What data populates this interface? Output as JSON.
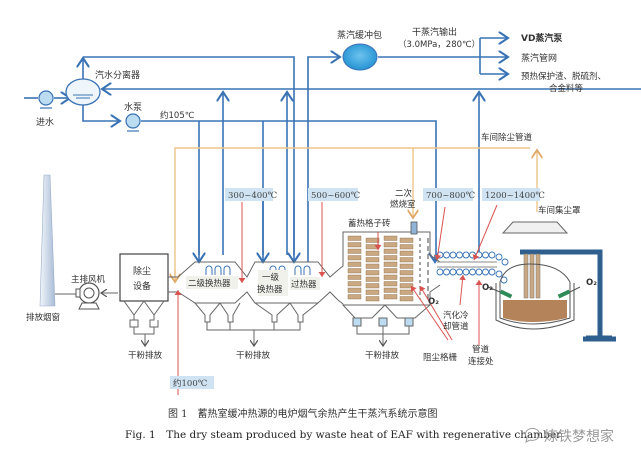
{
  "labels": {
    "water_inlet": "进水",
    "steam_water_separator": "汽水分离器",
    "water_pump": "水泵",
    "approx_105": "约105℃",
    "steam_buffer": "蒸汽缓冲包",
    "dry_steam_output": "干蒸汽输出",
    "dry_steam_params": "（3.0MPa，280℃）",
    "output_vd": "VD蒸汽泵",
    "output_network": "蒸汽管网",
    "output_preheat_1": "预热保护渣、脱硫剂、",
    "output_preheat_2": "合金料等",
    "workshop_dust_pipe": "车间除尘管道",
    "workshop_dust_hood": "车间集尘罩",
    "chimney": "排放烟窗",
    "main_fan": "主排风机",
    "dust_removal_1": "除尘",
    "dust_removal_2": "设备",
    "secondary_hx": "二级换热器",
    "primary_hx_1": "一级",
    "primary_hx_2": "换热器",
    "superheater": "过热器",
    "regen_brick": "蓄热格子砖",
    "secondary_combustion_1": "二次",
    "secondary_combustion_2": "燃烧室",
    "o2": "O₂",
    "vapor_cooling_1": "汽化冷",
    "vapor_cooling_2": "却管道",
    "pipe_joint_1": "管道",
    "pipe_joint_2": "连接处",
    "dust_grid": "阻尘格栅",
    "dry_powder": "干粉排放",
    "approx_100": "约100℃"
  },
  "temperatures": [
    "300~400℃",
    "500~600℃",
    "700~800℃",
    "1200~1400℃"
  ],
  "caption": {
    "cn": "图 1　蓄热室缓冲热源的电炉烟气余热产生干蒸汽系统示意图",
    "en": "Fig. 1　The dry steam produced by waste heat of EAF with regenerative chamber"
  },
  "watermark": "炼铁梦想家",
  "colors": {
    "water_steam": "#3a73b5",
    "dust_duct": "#f0c48a",
    "gas_flow": "#d9534f",
    "temp_box": "#cfe3f2",
    "brick": "#c9a882",
    "slag": "#b5835a",
    "furnace_frame": "#2f5f8f"
  }
}
